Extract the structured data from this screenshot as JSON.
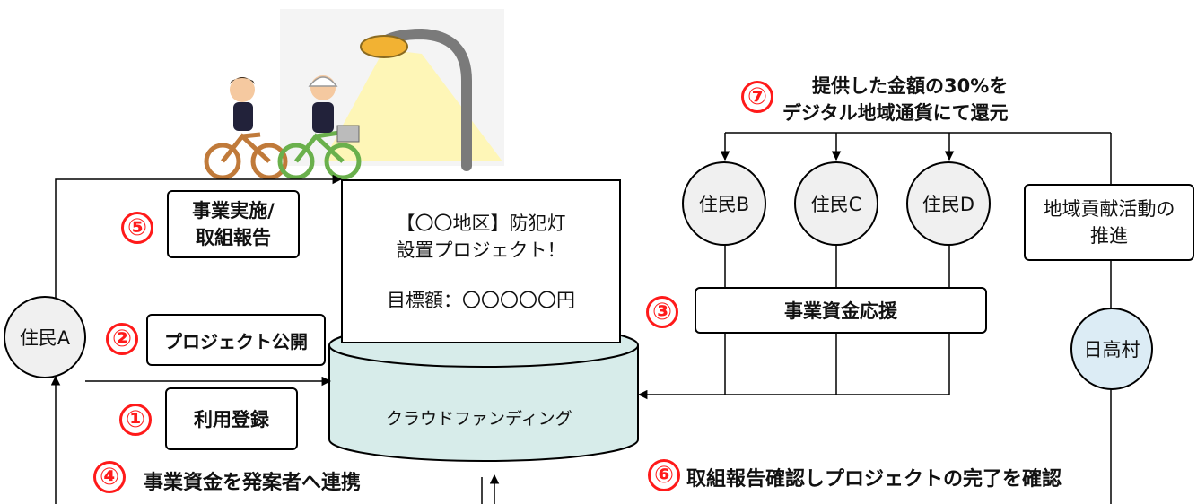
{
  "nodes": {
    "resident_a": "住民A",
    "resident_b": "住民B",
    "resident_c": "住民C",
    "resident_d": "住民D",
    "village": "日高村",
    "crowdfunding": "クラウドファンディング",
    "project_title_line1": "【〇〇地区】防犯灯",
    "project_title_line2": "設置プロジェクト！",
    "project_goal": "目標額：〇〇〇〇〇円",
    "community_line1": "地域貢献活動の",
    "community_line2": "推進"
  },
  "steps": [
    {
      "num": "①",
      "label": "利用登録"
    },
    {
      "num": "②",
      "label": "プロジェクト公開"
    },
    {
      "num": "③",
      "label": "事業資金応援"
    },
    {
      "num": "④",
      "label": "事業資金を発案者へ連携"
    },
    {
      "num": "⑤",
      "label_line1": "事業実施/",
      "label_line2": "取組報告"
    },
    {
      "num": "⑥",
      "label": "取組報告確認しプロジェクトの完了を確認"
    },
    {
      "num": "⑦",
      "label_line1": "提供した金額の30%を",
      "label_line2": "デジタル地域通貨にて還元"
    }
  ],
  "colors": {
    "number_red": "#ff1a1a",
    "cylinder_fill": "#d7ecea",
    "village_fill": "#dcecf5",
    "resident_fill": "#f0f0f0"
  }
}
